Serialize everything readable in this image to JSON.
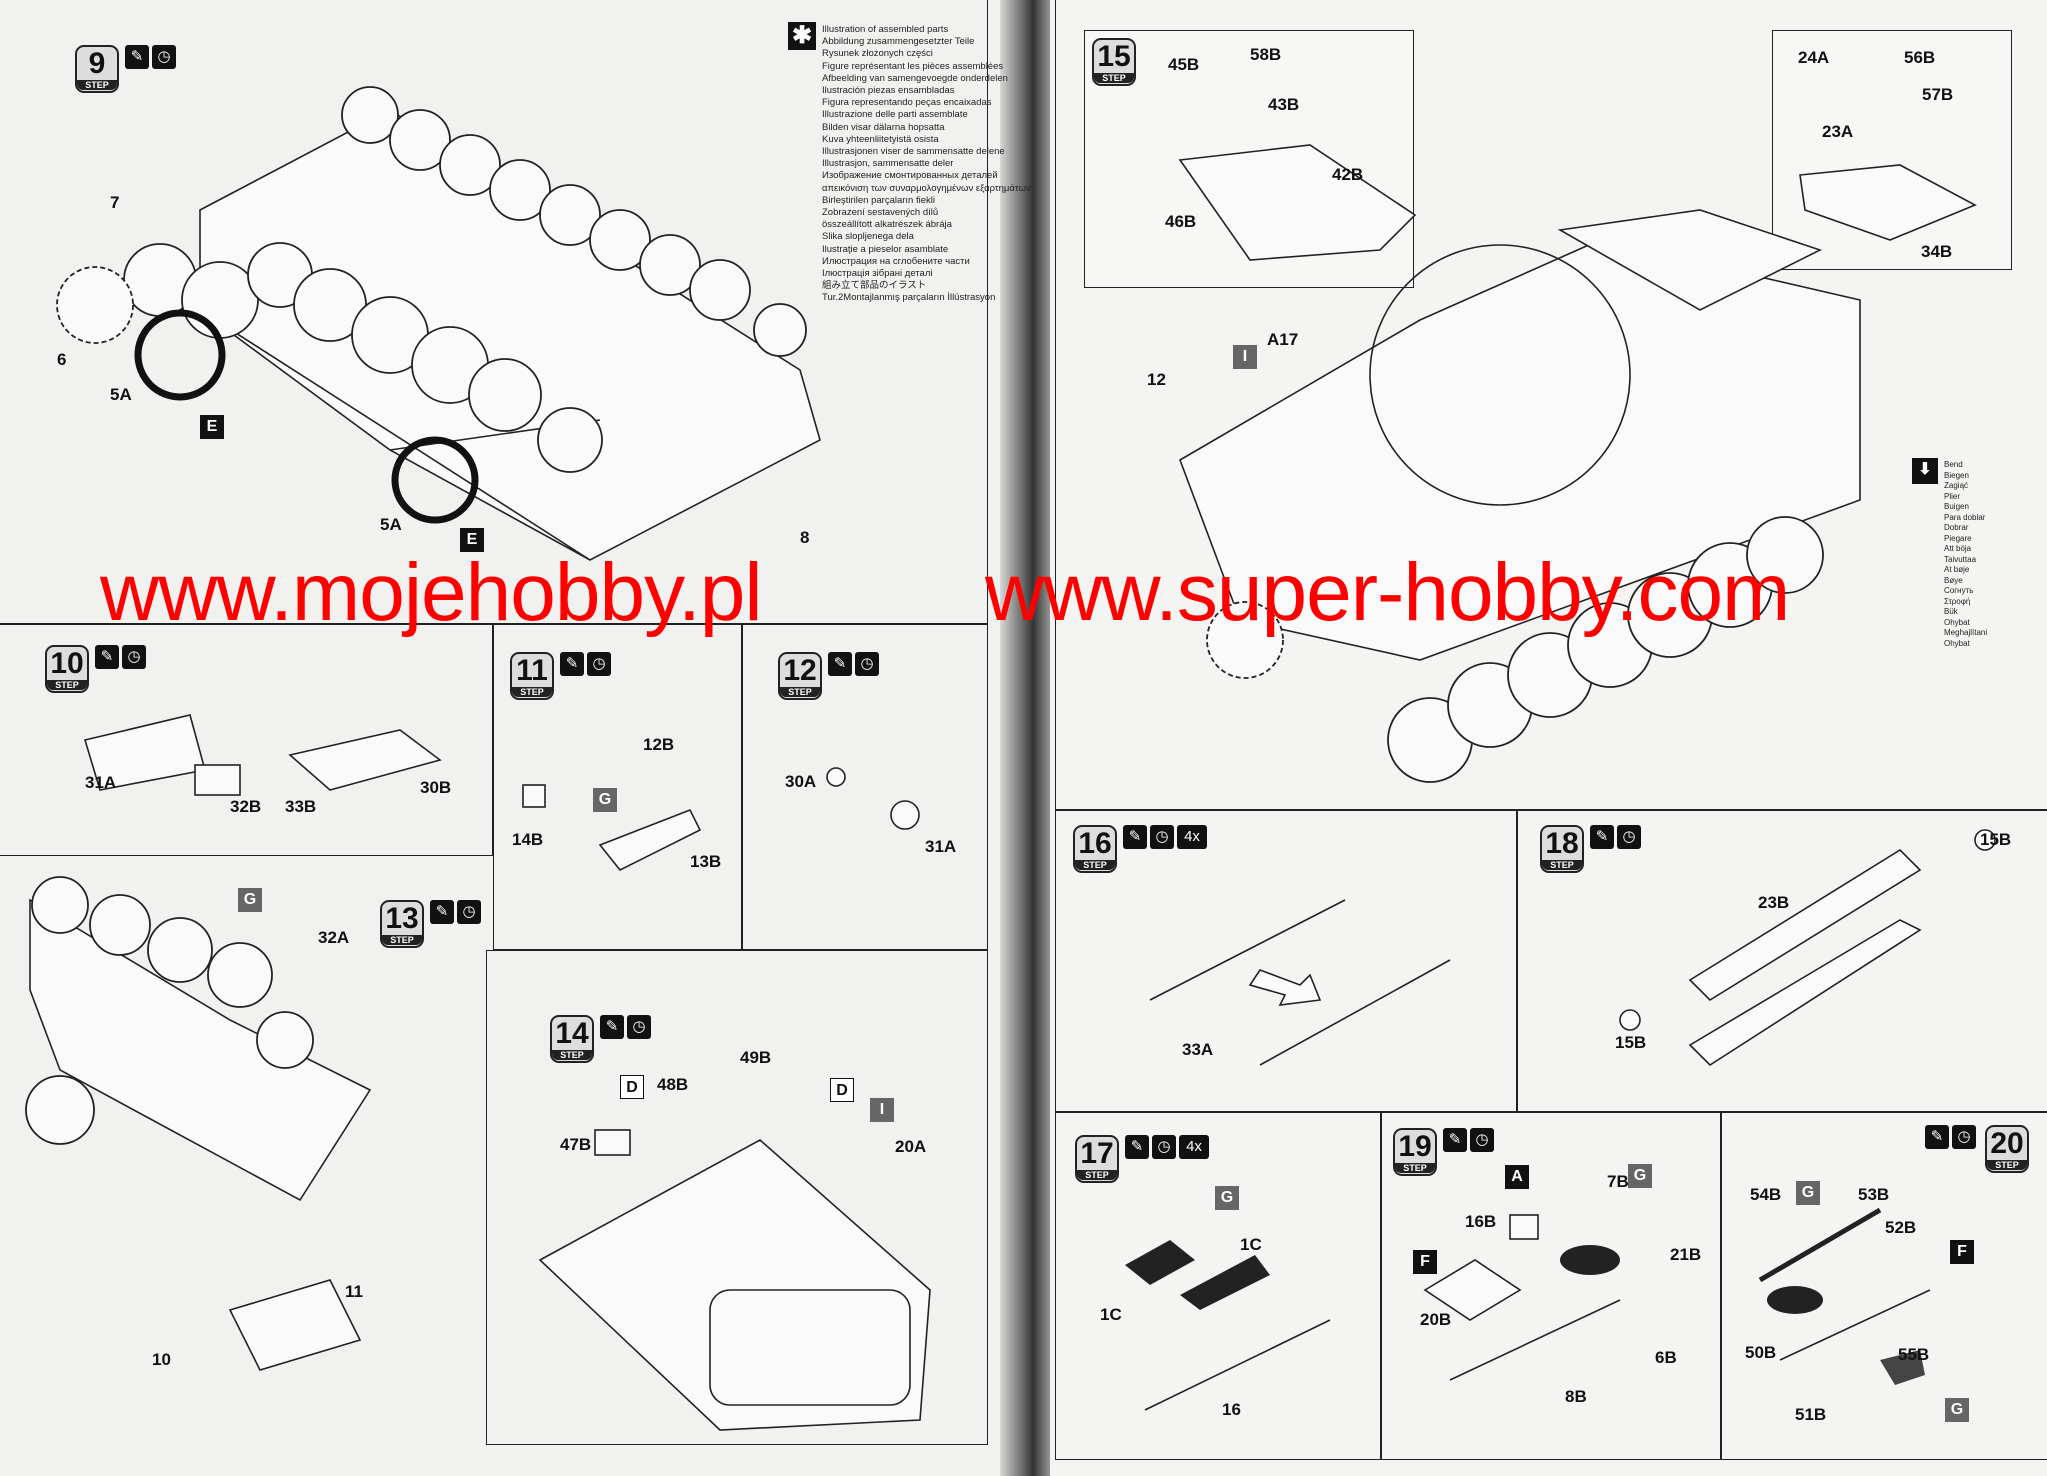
{
  "legend_assembled": {
    "icon": "asterisk-icon",
    "lines": [
      "Illustration of assembled parts",
      "Abbildung zusammengesetzter Teile",
      "Rysunek złożonych części",
      "Figure représentant les pièces assemblées",
      "Afbeelding van samengevoegde onderdelen",
      "Ilustración piezas ensambladas",
      "Figura representando peças encaixadas",
      "Illustrazione delle parti assemblate",
      "Bilden visar dälarna hopsatta",
      "Kuva yhteenliitetyistä osista",
      "Illustrasjonen viser de sammensatte delene",
      "Illustrasjon, sammensatte deler",
      "Изображение смонтированных деталей",
      "απεικόνιση των συναρμολογημένων εξαρτημάτων",
      "Birleştirilen parçaların fiekli",
      "Zobrazení sestavených dílů",
      "összeállított alkatrészek ábrája",
      "Slika sloplјenega dela",
      "Ilustraţie a pieselor asamblate",
      "Илюстрация на сглобените части",
      "Ілюстрація зібрані деталі",
      "組み立て部品のイラスト",
      "Tur.2Montajlanmış parçaların İllüstrasyon"
    ]
  },
  "legend_bend": {
    "icon": "bend-arrow-icon",
    "lines": [
      "Bend",
      "Biegen",
      "Zagiąć",
      "Plier",
      "Buigen",
      "Para doblar",
      "Dobrar",
      "Piegare",
      "Att böja",
      "Taivuttaa",
      "At bøje",
      "Bøye",
      "Согнуть",
      "Στροφή",
      "Bük",
      "Ohybat",
      "Meghajlítani",
      "Ohybat"
    ]
  },
  "watermark": {
    "left": "www.mojehobby.pl",
    "right": "www.super-hobby.com",
    "color": "#ff0000"
  },
  "step_word": "STEP",
  "steps": {
    "s9": {
      "num": "9",
      "labels": [
        "5A",
        "5A",
        "6",
        "7",
        "8"
      ],
      "tags": [
        "E",
        "E"
      ]
    },
    "s10": {
      "num": "10",
      "labels": [
        "31A",
        "32B",
        "33B",
        "30B"
      ]
    },
    "s11": {
      "num": "11",
      "labels": [
        "12B",
        "14B",
        "13B"
      ],
      "tags": [
        "G"
      ]
    },
    "s12": {
      "num": "12",
      "labels": [
        "30A",
        "31A"
      ]
    },
    "s13": {
      "num": "13",
      "labels": [
        "32A",
        "11",
        "10"
      ],
      "tags": [
        "G"
      ]
    },
    "s14": {
      "num": "14",
      "labels": [
        "47B",
        "48B",
        "49B",
        "20A"
      ],
      "tags": [
        "D",
        "D",
        "I"
      ]
    },
    "s15": {
      "num": "15",
      "labels": [
        "45B",
        "58B",
        "43B",
        "42B",
        "46B",
        "24A",
        "56B",
        "57B",
        "23A",
        "34B",
        "A17",
        "12"
      ],
      "tags": [
        "I"
      ]
    },
    "s16": {
      "num": "16",
      "multiplier": "4x",
      "labels": [
        "33A"
      ]
    },
    "s17": {
      "num": "17",
      "multiplier": "4x",
      "labels": [
        "1C",
        "1C",
        "16"
      ],
      "tags": [
        "G"
      ]
    },
    "s18": {
      "num": "18",
      "labels": [
        "15B",
        "23B",
        "15B"
      ]
    },
    "s19": {
      "num": "19",
      "labels": [
        "7B",
        "16B",
        "21B",
        "20B",
        "6B",
        "8B"
      ],
      "tags": [
        "A",
        "G",
        "F"
      ]
    },
    "s20": {
      "num": "20",
      "labels": [
        "54B",
        "53B",
        "52B",
        "50B",
        "51B",
        "55B"
      ],
      "tags": [
        "G",
        "F",
        "G"
      ]
    }
  }
}
